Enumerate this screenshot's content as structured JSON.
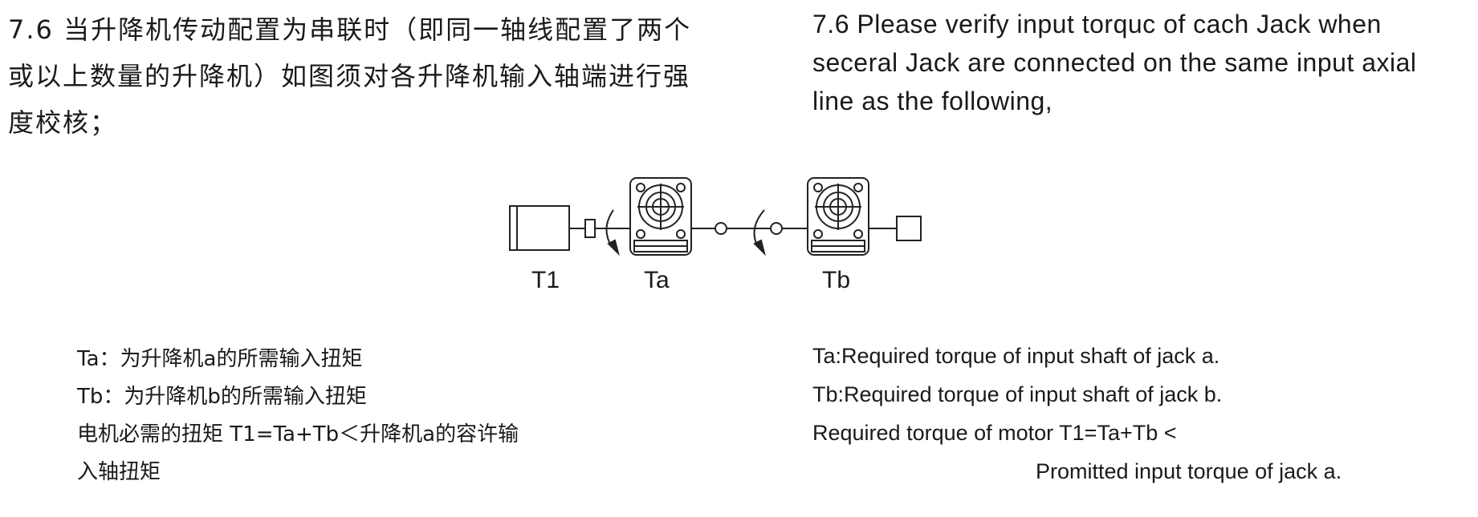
{
  "zh": {
    "heading_lines": [
      "7.6 当升降机传动配置为串联时（即同一轴线配置了两个",
      "或以上数量的升降机）如图须对各升降机输入轴端进行强",
      "度校核；"
    ],
    "definitions": [
      "Ta：为升降机a的所需输入扭矩",
      "Tb：为升降机b的所需输入扭矩",
      "电机必需的扭矩 T1=Ta+Tb＜升降机a的容许输",
      "入轴扭矩"
    ]
  },
  "en": {
    "heading_lines": [
      "7.6  Please verify input torquc of cach Jack when",
      "seceral Jack are connected on the same input axial",
      "line as the following,"
    ],
    "definitions": [
      "Ta:Required torque of input shaft of jack a.",
      "Tb:Required torque of input shaft of jack b.",
      "Required torque of motor T1=Ta+Tb <",
      "Promitted input torque of jack a."
    ]
  },
  "diagram": {
    "labels": {
      "motor": "T1",
      "jack_a": "Ta",
      "jack_b": "Tb"
    }
  }
}
